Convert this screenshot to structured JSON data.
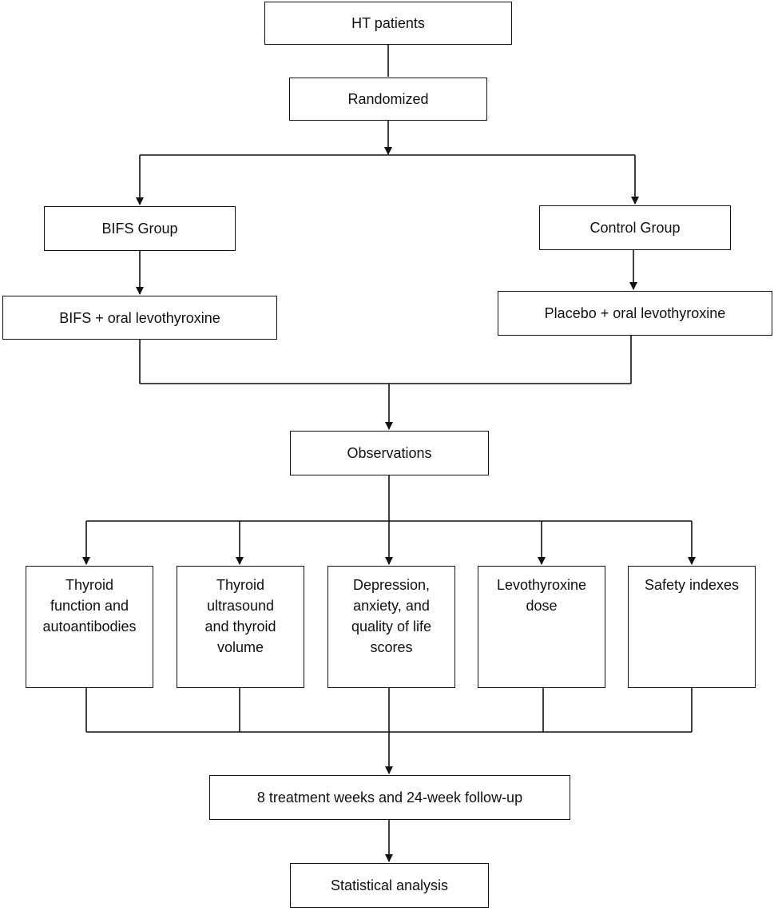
{
  "diagram": {
    "nodes": {
      "ht_patients": "HT patients",
      "randomized": "Randomized",
      "bifs_group": "BIFS Group",
      "control_group": "Control Group",
      "bifs_treatment": "BIFS + oral levothyroxine",
      "placebo_treatment": "Placebo + oral levothyroxine",
      "observations": "Observations",
      "outcome_thyroid_function": [
        "Thyroid",
        "function and",
        "autoantibodies"
      ],
      "outcome_ultrasound": [
        "Thyroid",
        "ultrasound",
        "and thyroid",
        "volume"
      ],
      "outcome_mood_qol": [
        "Depression,",
        "anxiety, and",
        "quality of life",
        "scores"
      ],
      "outcome_levothyroxine_dose": [
        "Levothyroxine",
        "dose"
      ],
      "outcome_safety": "Safety indexes",
      "duration": "8 treatment weeks and 24-week follow-up",
      "statistical_analysis": "Statistical analysis"
    },
    "colors": {
      "stroke": "#111111",
      "fill": "#ffffff",
      "text": "#111111"
    }
  }
}
